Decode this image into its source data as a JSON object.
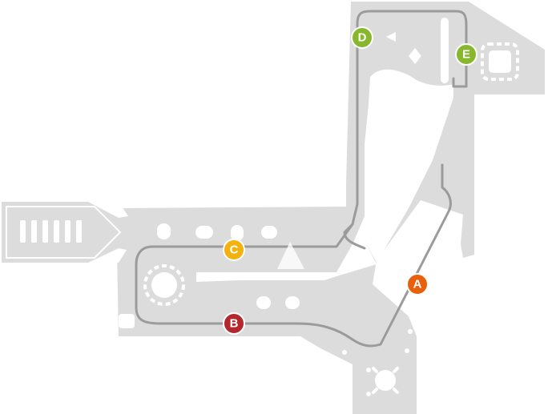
{
  "map": {
    "colors": {
      "background": "#ffffff",
      "ground": "#dcdcdc",
      "route": "#9b9b9b",
      "marker_text": "#ffffff",
      "marker_stroke": "#ffffff"
    },
    "markers": [
      {
        "label": "A",
        "color": "#e8600c"
      },
      {
        "label": "B",
        "color": "#b3282d"
      },
      {
        "label": "C",
        "color": "#f2b20f"
      },
      {
        "label": "D",
        "color": "#86b72d"
      },
      {
        "label": "E",
        "color": "#86b72d"
      }
    ]
  }
}
